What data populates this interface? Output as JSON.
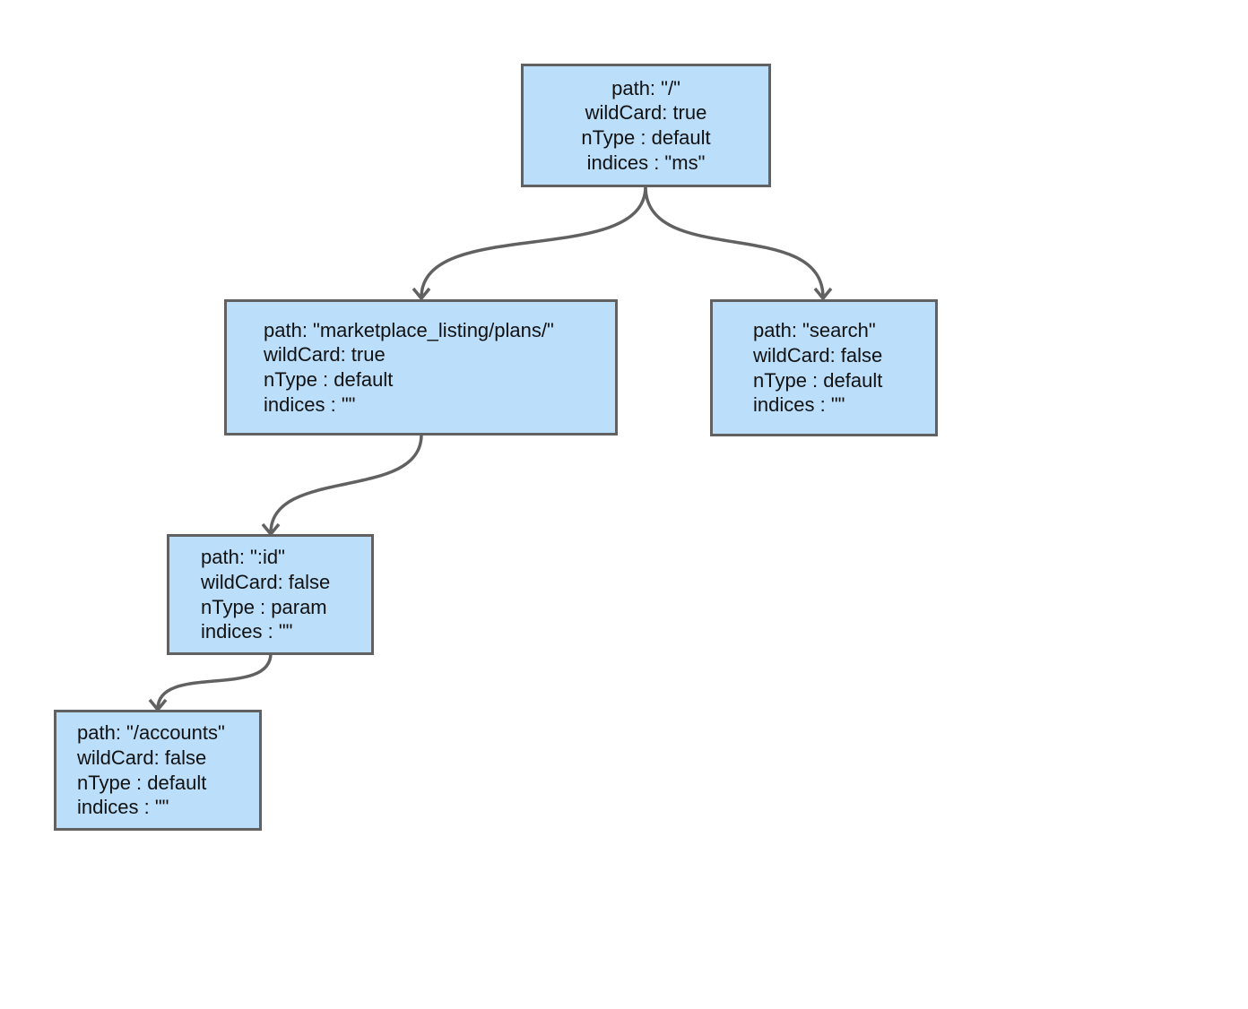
{
  "nodes": {
    "root": {
      "path": "path: \"/\"",
      "wildcard": "wildCard: true",
      "ntype": "nType : default",
      "indices": "indices : \"ms\""
    },
    "marketplace": {
      "path": "path: \"marketplace_listing/plans/\"",
      "wildcard": "wildCard: true",
      "ntype": "nType : default",
      "indices": "indices : \"\""
    },
    "search": {
      "path": "path: \"search\"",
      "wildcard": "wildCard: false",
      "ntype": "nType : default",
      "indices": "indices : \"\""
    },
    "id": {
      "path": "path: \":id\"",
      "wildcard": "wildCard: false",
      "ntype": "nType : param",
      "indices": "indices : \"\""
    },
    "accounts": {
      "path": "path: \"/accounts\"",
      "wildcard": "wildCard: false",
      "ntype": "nType : default",
      "indices": "indices : \"\""
    }
  },
  "edges": [
    {
      "from": "root",
      "to": "marketplace"
    },
    {
      "from": "root",
      "to": "search"
    },
    {
      "from": "marketplace",
      "to": "id"
    },
    {
      "from": "id",
      "to": "accounts"
    }
  ],
  "colors": {
    "node_fill": "#bbdefb",
    "node_border": "#616161",
    "edge": "#616161",
    "text": "#111111",
    "background": "#ffffff"
  }
}
